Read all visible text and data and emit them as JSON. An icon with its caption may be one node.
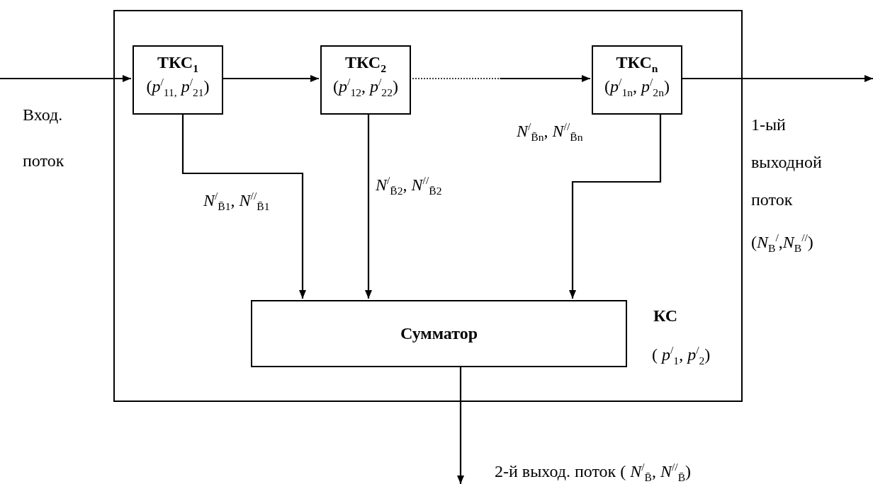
{
  "diagram": {
    "nodes": [
      {
        "text": [
          "КС",
          "( *p*$^{/}$$_{1}$, *p*$^{/}$$_{2}$)"
        ]
      },
      {
        "text": [
          "ТКС$_{1}$",
          "(*p*$^{/}$$_{11,}$ *p*$^{/}$$_{21}$)"
        ],
        "in": 0
      },
      {
        "text": [
          "ТКС$_{2}$",
          "(*p*$^{/}$$_{12}$, *p*$^{/}$$_{22}$)"
        ],
        "in": 0
      },
      {
        "text": [
          "ТКС$_{n}$",
          "(*p*$^{/}$$_{1n}$, *p*$^{/}$$_{2n}$)"
        ],
        "in": 0
      },
      {
        "text": [
          "Сумматор"
        ],
        "in": 0
      }
    ],
    "edges": [
      {
        "from": null,
        "to": 1,
        "arrow": "to"
      },
      {
        "from": 1,
        "to": 2,
        "arrow": "to"
      },
      {
        "from": 2,
        "to": 3,
        "arrow": "to",
        "style": "dashed"
      },
      {
        "from": 3,
        "to": null,
        "arrow": "to"
      },
      {
        "from": 1,
        "to": 4,
        "arrow": "to",
        "label": "*N*$^{/}$$_{B̄1}$, *N*$^{//}$$_{B̄1}$"
      },
      {
        "from": 2,
        "to": 4,
        "arrow": "to",
        "label": "*N*$^{/}$$_{B̄2}$, *N*$^{//}$$_{B̄2}$"
      },
      {
        "from": 3,
        "to": 4,
        "arrow": "to",
        "label": "*N*$^{/}$$_{B̄n}$, *N*$^{//}$$_{B̄n}$"
      },
      {
        "from": 4,
        "to": null,
        "arrow": "to"
      }
    ],
    "labels": [
      "Вход. поток",
      "1-ый выходной поток (*N*$_{В}$$^{/}$,*N*$_{В}$$^{//}$)",
      "2-й выход. поток ( *N*$^{/}$$_{B̄}$, *N*$^{//}$$_{B̄}$)"
    ]
  }
}
